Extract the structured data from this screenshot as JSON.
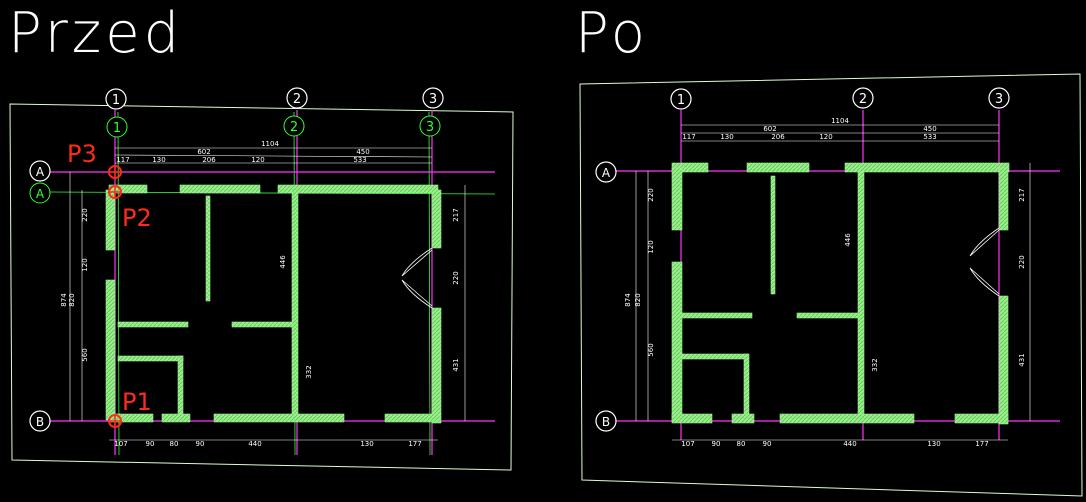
{
  "titles": {
    "before": "Przed",
    "after": "Po"
  },
  "colors": {
    "background": "#000000",
    "frame": "#d8ffd0",
    "wall_fill": "#98f08a",
    "axis": "#ff33ff",
    "dimension": "#ffffff",
    "marker": "#ff2a1a"
  },
  "grid_axes": {
    "columns": [
      "1",
      "2",
      "3"
    ],
    "rows": [
      "A",
      "B"
    ]
  },
  "dimensions": {
    "top_overall": "1104",
    "top_mid_a": "602",
    "top_mid_b": "450",
    "top_row": [
      "117",
      "130",
      "206",
      "120",
      "533"
    ],
    "bottom_row": [
      "107",
      "90",
      "80",
      "90",
      "440",
      "130",
      "177"
    ],
    "left": [
      "874",
      "820",
      "220",
      "120",
      "560"
    ],
    "right": [
      "217",
      "220",
      "431"
    ],
    "inner": [
      "446",
      "332"
    ]
  },
  "markers": [
    {
      "label": "P1"
    },
    {
      "label": "P2"
    },
    {
      "label": "P3"
    }
  ]
}
